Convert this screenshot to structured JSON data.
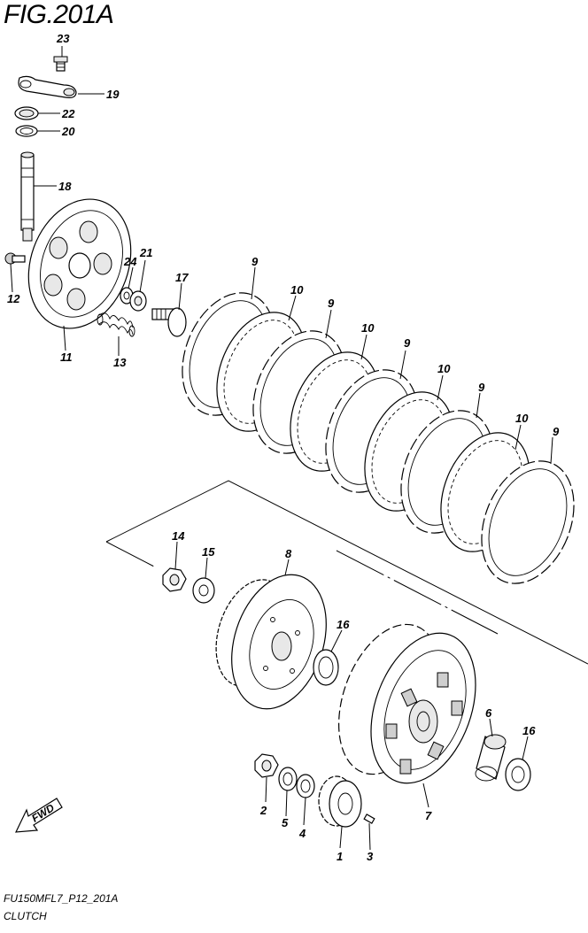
{
  "figure": {
    "title": "FIG.201A",
    "code": "FU150MFL7_P12_201A",
    "name": "CLUTCH",
    "direction_label": "FWD"
  },
  "callouts": [
    {
      "id": "23",
      "text": "23"
    },
    {
      "id": "19",
      "text": "19"
    },
    {
      "id": "22",
      "text": "22"
    },
    {
      "id": "20",
      "text": "20"
    },
    {
      "id": "18",
      "text": "18"
    },
    {
      "id": "12",
      "text": "12"
    },
    {
      "id": "24",
      "text": "24"
    },
    {
      "id": "21",
      "text": "21"
    },
    {
      "id": "17",
      "text": "17"
    },
    {
      "id": "11",
      "text": "11"
    },
    {
      "id": "13",
      "text": "13"
    },
    {
      "id": "9a",
      "text": "9"
    },
    {
      "id": "10a",
      "text": "10"
    },
    {
      "id": "9b",
      "text": "9"
    },
    {
      "id": "10b",
      "text": "10"
    },
    {
      "id": "9c",
      "text": "9"
    },
    {
      "id": "10c",
      "text": "10"
    },
    {
      "id": "9d",
      "text": "9"
    },
    {
      "id": "10d",
      "text": "10"
    },
    {
      "id": "9e",
      "text": "9"
    },
    {
      "id": "14",
      "text": "14"
    },
    {
      "id": "15",
      "text": "15"
    },
    {
      "id": "8",
      "text": "8"
    },
    {
      "id": "16a",
      "text": "16"
    },
    {
      "id": "6",
      "text": "6"
    },
    {
      "id": "16b",
      "text": "16"
    },
    {
      "id": "2",
      "text": "2"
    },
    {
      "id": "5",
      "text": "5"
    },
    {
      "id": "4",
      "text": "4"
    },
    {
      "id": "1",
      "text": "1"
    },
    {
      "id": "3",
      "text": "3"
    },
    {
      "id": "7",
      "text": "7"
    }
  ]
}
